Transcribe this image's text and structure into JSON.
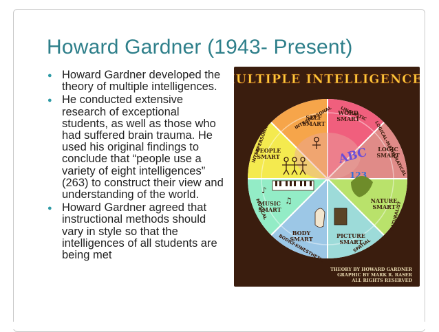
{
  "slide": {
    "title": "Howard Gardner (1943- Present)",
    "bullets": [
      "Howard Gardner developed the theory of multiple intelligences.",
      "He conducted extensive research of exceptional students, as well as those who had suffered brain trauma. He used his original findings to conclude that “people use a variety of eight intelligences” (263) to construct their view and understanding of the world.",
      "Howard  Gardner agreed that instructional methods should vary in style so that the intelligences of all students are being met"
    ],
    "bullet_icon": "teal-bullet-icon"
  },
  "poster": {
    "heading": "MULTIPLE INTELLIGENCES",
    "ring_labels": {
      "intrapersonal": "INTRAPERSONAL",
      "linguistic": "LINGUISTIC",
      "logical": "LOGICAL-MATHEMATICAL",
      "naturalist": "NATURALIST",
      "spatial": "SPATIAL",
      "bodily": "BODILY-KINESTHETIC",
      "musical": "MUSICAL",
      "interpersonal": "INTERPERSONAL"
    },
    "smarts": {
      "self": [
        "SELF",
        "SMART"
      ],
      "word": [
        "WORD",
        "SMART"
      ],
      "logic": [
        "LOGIC",
        "SMART"
      ],
      "nature": [
        "NATURE",
        "SMART"
      ],
      "picture": [
        "PICTURE",
        "SMART"
      ],
      "body": [
        "BODY",
        "SMART"
      ],
      "music": [
        "MUSIC",
        "SMART"
      ],
      "people": [
        "PEOPLE",
        "SMART"
      ]
    },
    "letters": "ABC",
    "numbers": "123",
    "credit": [
      "THEORY BY HOWARD GARDNER",
      "GRAPHIC BY MARK R. RASER",
      "ALL RIGHTS RESERVED"
    ],
    "colors": {
      "background": "#3a1d0e",
      "heading_fill": "#ffc93a",
      "intrapersonal": "#f6a54a",
      "linguistic": "#f05f7d",
      "logical": "#e08b88",
      "naturalist": "#b9e26b",
      "spatial": "#9ddbd9",
      "bodily": "#9cc7e6",
      "musical": "#93ecc6",
      "interpersonal": "#f4ea4f"
    }
  }
}
